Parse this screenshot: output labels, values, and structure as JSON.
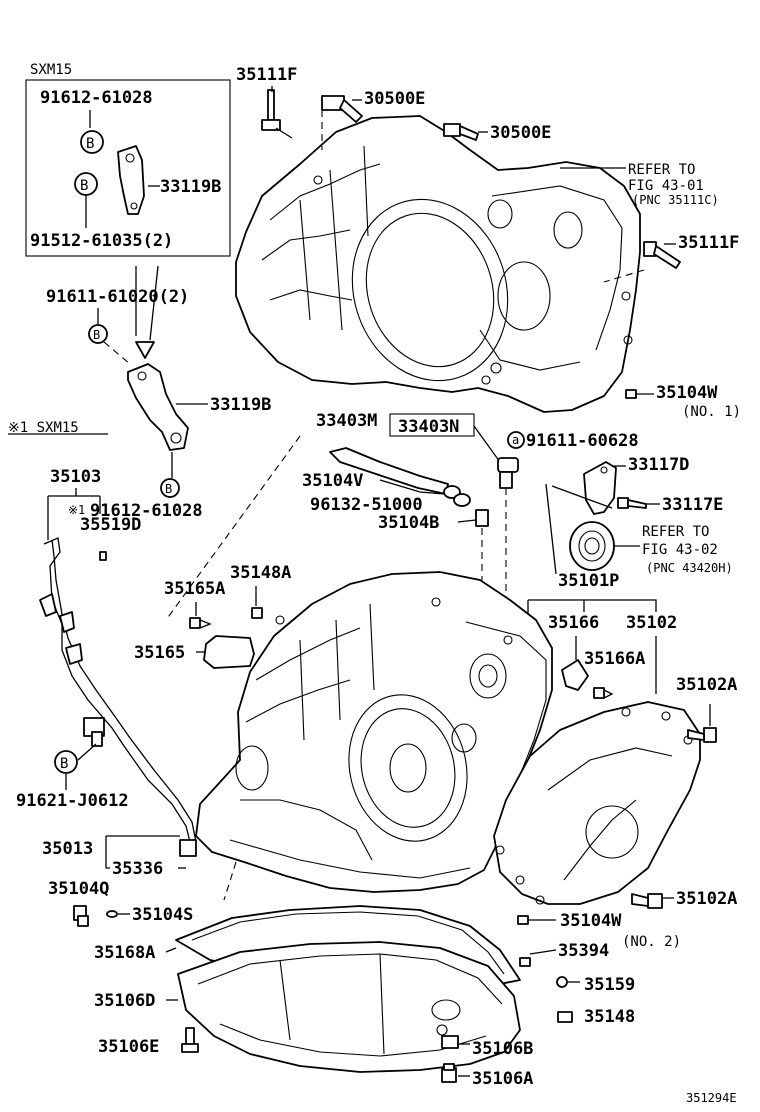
{
  "figure_id": "351294E",
  "box_label": "SXM15",
  "note_label": "※1  SXM15",
  "note_mark": "※1",
  "bolt_mark": "B",
  "plug_mark": "a",
  "refers": {
    "r1": [
      "REFER TO",
      "FIG 43-01",
      "(PNC 35111C)"
    ],
    "r2": [
      "REFER TO",
      "FIG 43-02",
      "(PNC 43420H)"
    ]
  },
  "labels": {
    "p91612_61028_a": "91612-61028",
    "p33119B_a": "33119B",
    "p91512_61035": "91512-61035(2)",
    "p91611_61020": "91611-61020(2)",
    "p33119B_b": "33119B",
    "p91612_61028_b": "91612-61028",
    "p35111F_a": "35111F",
    "p30500E_a": "30500E",
    "p30500E_b": "30500E",
    "p35111F_b": "35111F",
    "p35104W_a": "35104W",
    "no1": "(NO. 1)",
    "p33403M": "33403M",
    "p33403N": "33403N",
    "p91611_60628": "91611-60628",
    "p35104V": "35104V",
    "p96132_51000": "96132-51000",
    "p35104B": "35104B",
    "p33117D": "33117D",
    "p33117E": "33117E",
    "p35101P": "35101P",
    "p35103": "35103",
    "p35519D": "35519D",
    "p35148A": "35148A",
    "p35165A": "35165A",
    "p35165": "35165",
    "p35166": "35166",
    "p35102": "35102",
    "p35166A": "35166A",
    "p35102A_a": "35102A",
    "p91621_J0612": "91621-J0612",
    "p35013": "35013",
    "p35336": "35336",
    "p35104Q": "35104Q",
    "p35104S": "35104S",
    "p35102A_b": "35102A",
    "p35104W_b": "35104W",
    "no2": "(NO. 2)",
    "p35168A": "35168A",
    "p35394": "35394",
    "p35159": "35159",
    "p35106D": "35106D",
    "p35148": "35148",
    "p35106E": "35106E",
    "p35106B": "35106B",
    "p35106A": "35106A"
  }
}
